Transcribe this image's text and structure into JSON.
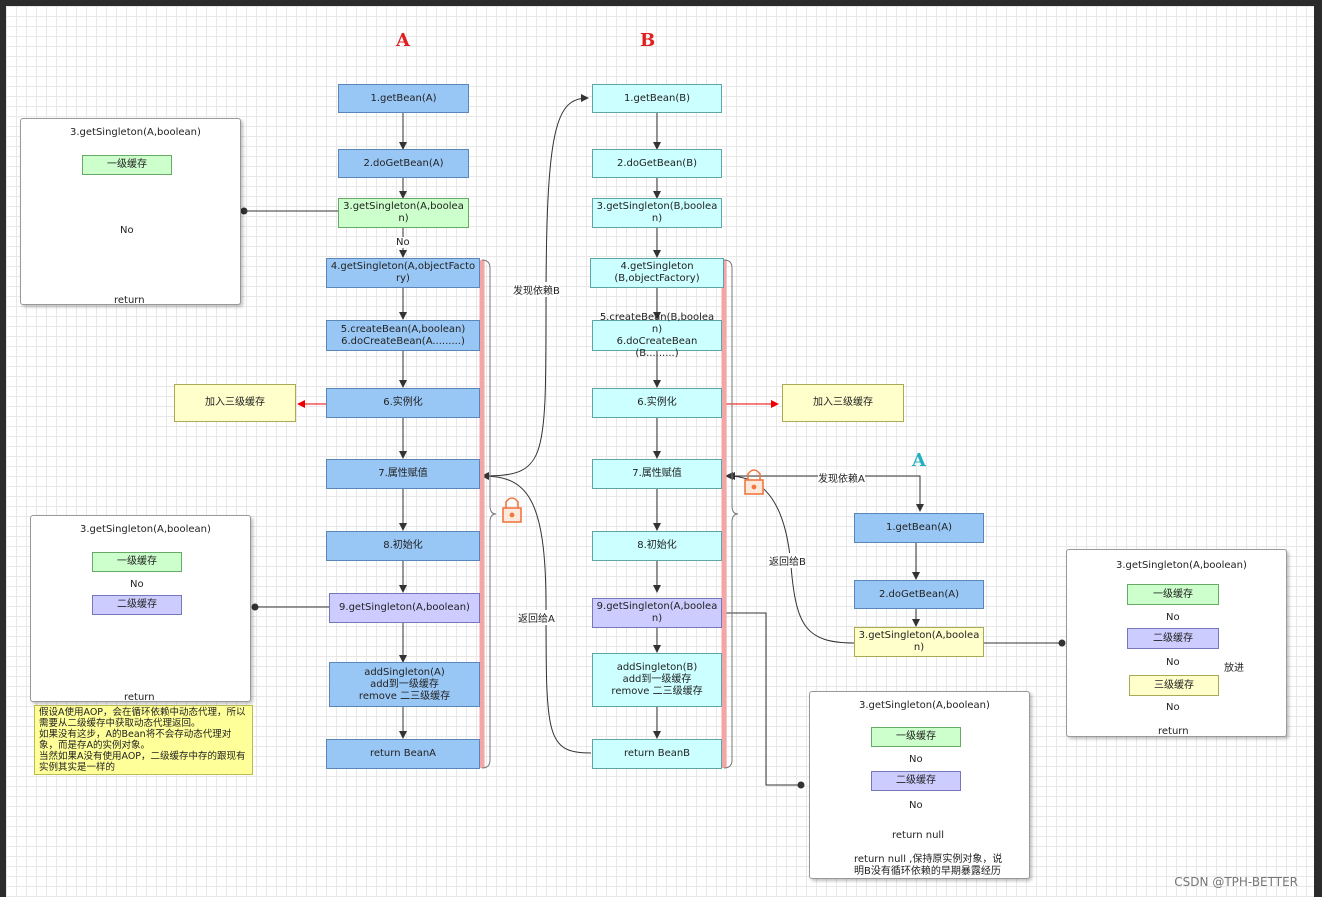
{
  "headings": {
    "a": "A",
    "b": "B",
    "a2": "A"
  },
  "colA": {
    "getBean": "1.getBean(A)",
    "doGetBean": "2.doGetBean(A)",
    "getSingleton": "3.getSingleton(A,boolean)",
    "no": "No",
    "getSingletonFactory": "4.getSingleton(A,objectFactory)",
    "createBean": "5.createBean(A,boolean)\n6.doCreateBean(A.........)",
    "instantiate": "6.实例化",
    "addThirdCache": "加入三级缓存",
    "populate": "7.属性赋值",
    "init": "8.初始化",
    "getSingleton9": "9.getSingleton(A,boolean)",
    "addSingleton": "addSingleton(A)\nadd到一级缓存\nremove 二三级缓存",
    "returnBean": "return BeanA"
  },
  "colB": {
    "getBean": "1.getBean(B)",
    "doGetBean": "2.doGetBean(B)",
    "getSingleton": "3.getSingleton(B,boolean)",
    "getSingletonFactory": "4.getSingleton\n(B,objectFactory)",
    "createBean": "5.createBean(B,boolean)\n6.doCreateBean(B.........)",
    "instantiate": "6.实例化",
    "addThirdCache": "加入三级缓存",
    "populate": "7.属性赋值",
    "init": "8.初始化",
    "getSingleton9": "9.getSingleton(A,boolean)",
    "addSingleton": "addSingleton(B)\nadd到一级缓存\nremove 二三级缓存",
    "returnBean": "return BeanB"
  },
  "colA2": {
    "getBean": "1.getBean(A)",
    "doGetBean": "2.doGetBean(A)",
    "getSingleton": "3.getSingleton(A,boolean)"
  },
  "edges": {
    "foundB": "发现依赖B",
    "returnA": "返回给A",
    "foundA": "发现依赖A",
    "returnB": "返回给B",
    "putIn": "放进"
  },
  "panel1": {
    "title": "3.getSingleton(A,boolean)",
    "l1": "一级缓存",
    "no": "No",
    "ret": "return"
  },
  "panel2": {
    "title": "3.getSingleton(A,boolean)",
    "l1": "一级缓存",
    "no": "No",
    "l2": "二级缓存",
    "ret": "return"
  },
  "panel3": {
    "title": "3.getSingleton(A,boolean)",
    "l1": "一级缓存",
    "no1": "No",
    "l2": "二级缓存",
    "no2": "No",
    "ret": "return null",
    "note": "return null ,保持原实例对象，说明B没有循环依赖的早期暴露经历"
  },
  "panel4": {
    "title": "3.getSingleton(A,boolean)",
    "l1": "一级缓存",
    "no1": "No",
    "l2": "二级缓存",
    "no2": "No",
    "l3": "三级缓存",
    "no3": "No",
    "ret": "return"
  },
  "noteAOP": "假设A使用AOP，会在循环依赖中动态代理，所以需要从二级缓存中获取动态代理返回。\n如果没有这步，A的Bean将不会存动态代理对象，而是存A的实例对象。\n当然如果A没有使用AOP，二级缓存中存的跟现有实例其实是一样的",
  "watermark": "CSDN @TPH-BETTER",
  "colors": {
    "bracket": "#f4a6a6",
    "lock": "#f07840",
    "headingA": "#e02020",
    "headingA2": "#20b0c0"
  }
}
